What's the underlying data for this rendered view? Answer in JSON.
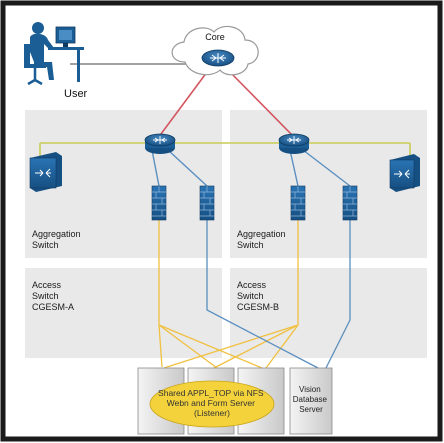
{
  "diagram": {
    "core_label": "Core",
    "user_label": "User",
    "left_aggregation_lines": [
      "Aggregation",
      "Switch"
    ],
    "right_aggregation_lines": [
      "Aggregation",
      "Switch"
    ],
    "left_access_lines": [
      "Access",
      "Switch",
      "CGESM-A"
    ],
    "right_access_lines": [
      "Access",
      "Switch",
      "CGESM-B"
    ],
    "shared_server_lines": [
      "Shared APPL_TOP via NFS",
      "Webn and Form Server",
      "(Listener)"
    ],
    "vision_server_lines": [
      "Vision",
      "Database",
      "Server"
    ],
    "colors": {
      "frame": "#1a1a1a",
      "zone_fill": "#e9e9e9",
      "device_blue": "#1b5e96",
      "core_link": "#d2555e",
      "agg_link": "#c7cc55",
      "app_link": "#f0c040",
      "db_link": "#5a8fc0",
      "oval": "#f3d23c"
    }
  }
}
